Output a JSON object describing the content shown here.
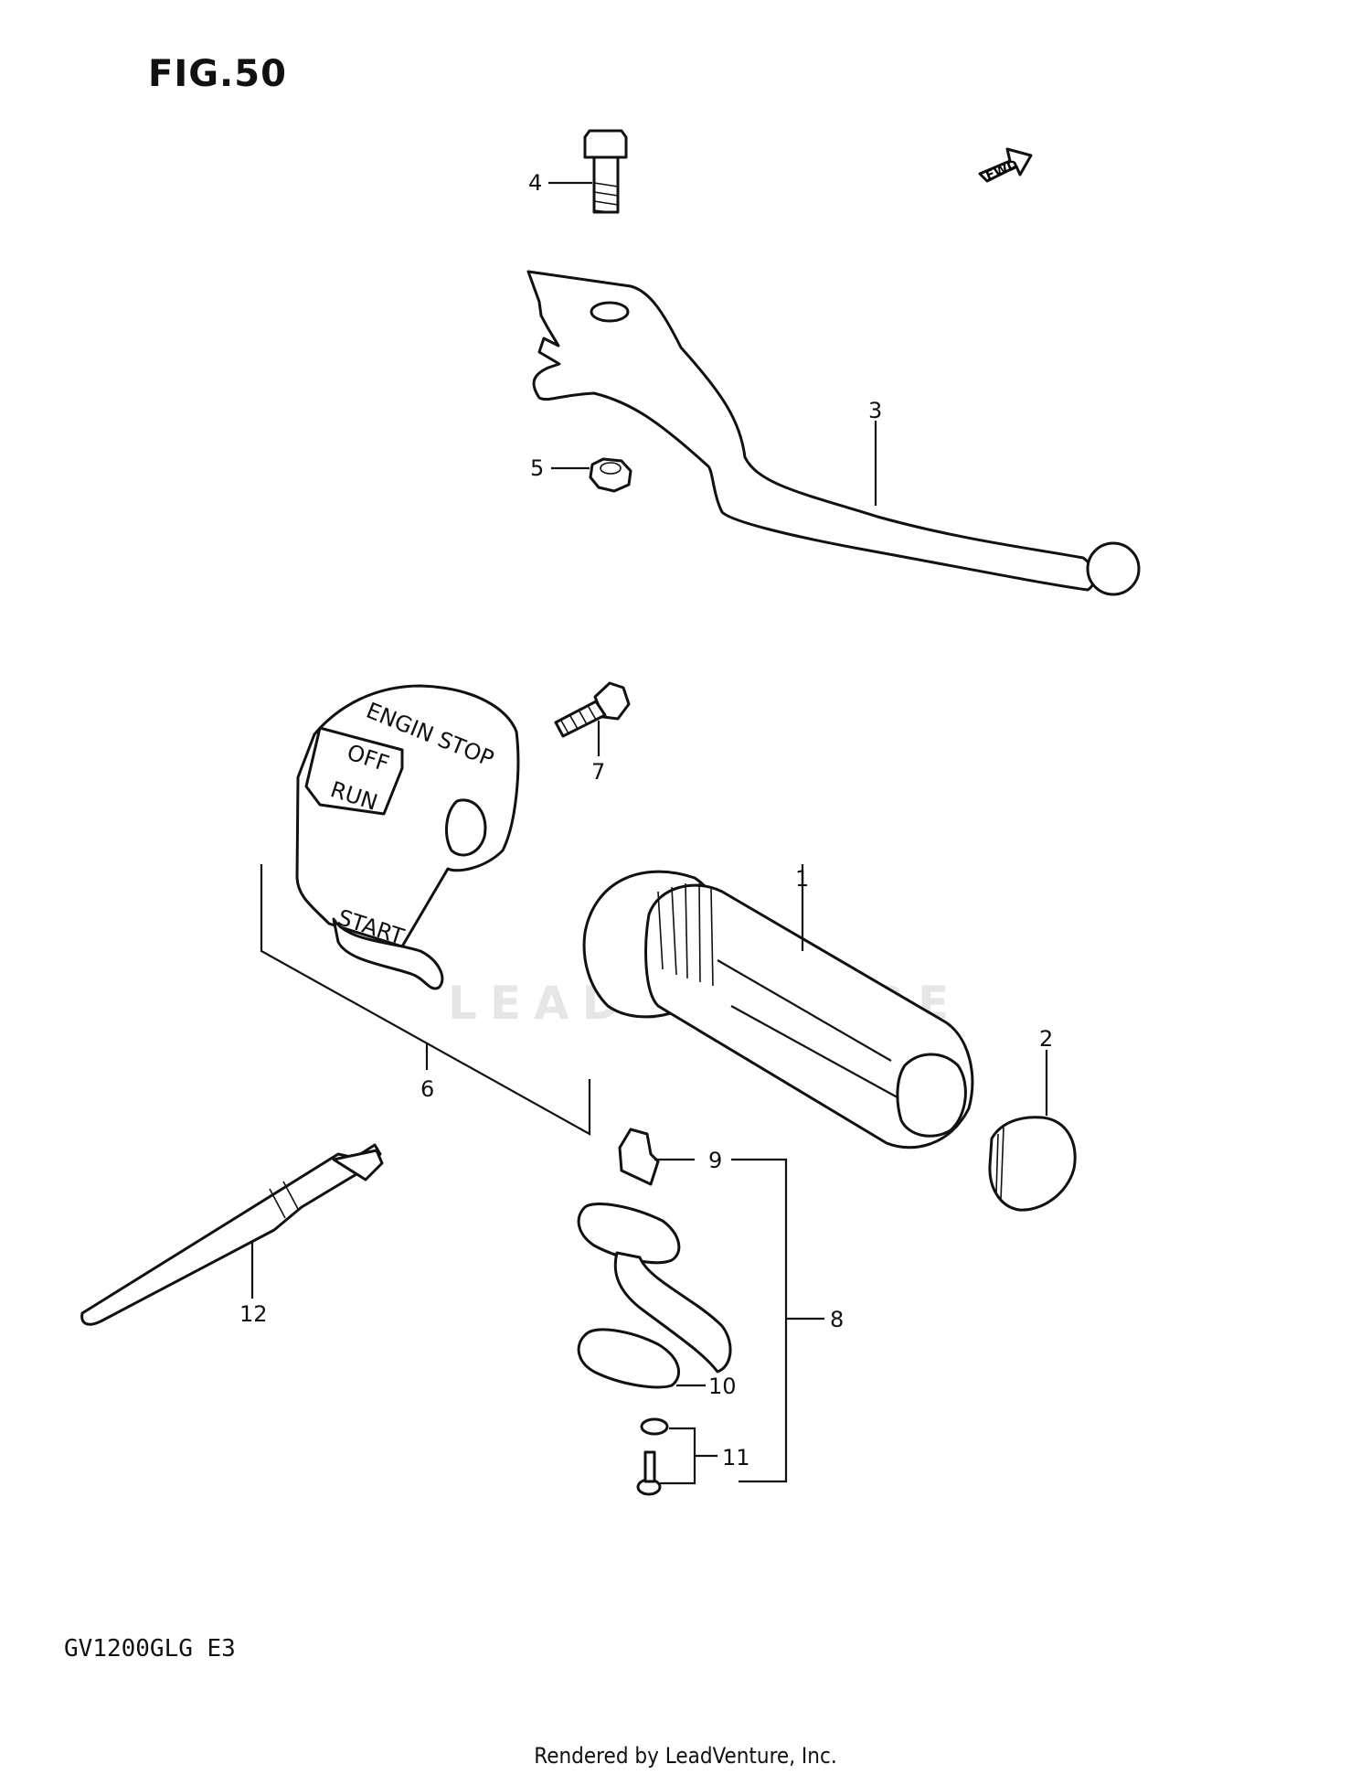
{
  "figure": {
    "title": "FIG.50",
    "model_code": "GV1200GLG E3",
    "footer": "Rendered by LeadVenture, Inc.",
    "watermark": "LEADVENTURE",
    "fwd_label": "FWD"
  },
  "switch_labels": {
    "engine_stop": "ENGIN STOP",
    "off": "OFF",
    "run": "RUN",
    "start": "START"
  },
  "callouts": [
    "1",
    "2",
    "3",
    "4",
    "5",
    "6",
    "7",
    "8",
    "9",
    "10",
    "11",
    "12"
  ]
}
